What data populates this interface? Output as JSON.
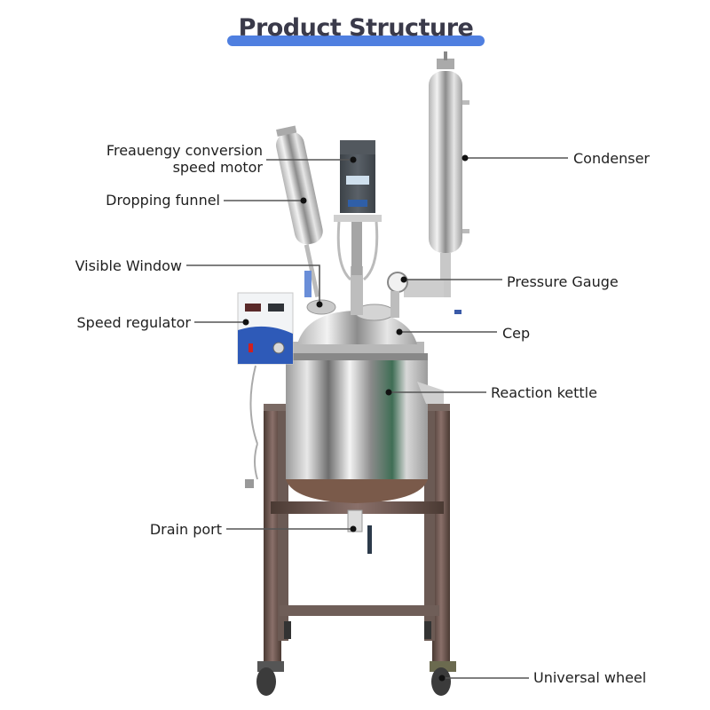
{
  "title": {
    "text": "Product Structure",
    "bar_color": "#4f7fe0",
    "text_color": "#3a3a4a"
  },
  "labels": {
    "motor_line1": "Freauengy conversion",
    "motor_line2": "speed motor",
    "dropping_funnel": "Dropping funnel",
    "visible_window": "Visible Window",
    "speed_regulator": "Speed regulator",
    "drain_port": "Drain port",
    "condenser": "Condenser",
    "pressure_gauge": "Pressure Gauge",
    "cep": "Cep",
    "reaction_kettle": "Reaction kettle",
    "universal_wheel": "Universal wheel"
  }
}
